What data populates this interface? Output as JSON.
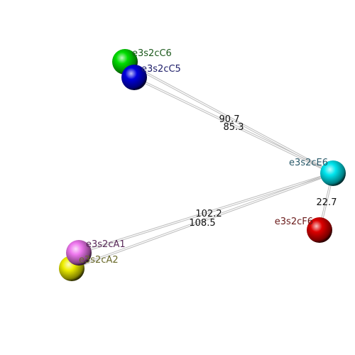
{
  "nodes": [
    {
      "id": "c6",
      "label": "e3s2cC6",
      "fill": "#00dd00",
      "label_color": "#1d5a1d"
    },
    {
      "id": "c5",
      "label": "e3s2cC5",
      "fill": "#0000dd",
      "label_color": "#20206a"
    },
    {
      "id": "e6",
      "label": "e3s2cE6",
      "fill": "#00e5ee",
      "label_color": "#2a5a6a"
    },
    {
      "id": "f6",
      "label": "e3s2cF6",
      "fill": "#dd0000",
      "label_color": "#6a1a1a"
    },
    {
      "id": "a1",
      "label": "e3s2cA1",
      "fill": "#ee77ee",
      "label_color": "#5a2a5a"
    },
    {
      "id": "a2",
      "label": "e3s2cA2",
      "fill": "#eeee00",
      "label_color": "#6a6a2a"
    }
  ],
  "edges": [
    {
      "from": "c6",
      "to": "e6",
      "label": "90.7"
    },
    {
      "from": "c5",
      "to": "e6",
      "label": "85.3"
    },
    {
      "from": "e6",
      "to": "f6",
      "label": "22.7"
    },
    {
      "from": "a1",
      "to": "e6",
      "label": "102.2"
    },
    {
      "from": "a2",
      "to": "e6",
      "label": "108.5"
    }
  ],
  "line_color": "#bdbdbd",
  "distance_text_color": "#111111"
}
